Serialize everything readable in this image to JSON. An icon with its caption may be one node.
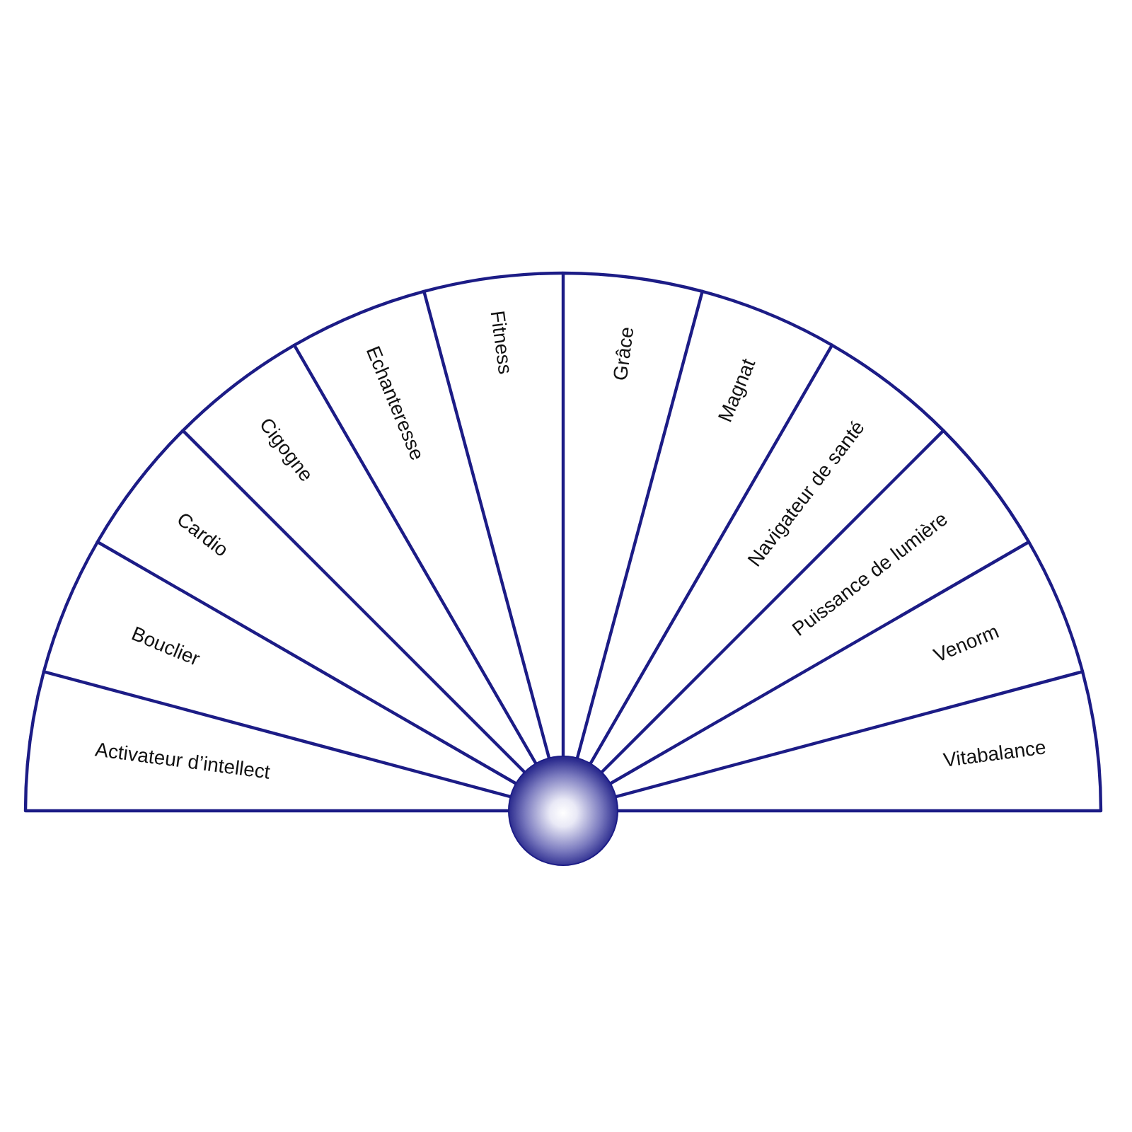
{
  "diagram": {
    "nodes": [
      {
        "text": [
          "Activateur d’intellect"
        ]
      },
      {
        "text": [
          "Bouclier"
        ]
      },
      {
        "text": [
          "Cardio"
        ]
      },
      {
        "text": [
          "Cigogne"
        ]
      },
      {
        "text": [
          "Echanteresse"
        ]
      },
      {
        "text": [
          "Fitness"
        ]
      },
      {
        "text": [
          "Grâce"
        ]
      },
      {
        "text": [
          "Magnat"
        ]
      },
      {
        "text": [
          "Navigateur de santé"
        ]
      },
      {
        "text": [
          "Puissance de lumière"
        ]
      },
      {
        "text": [
          "Venorm"
        ]
      },
      {
        "text": [
          "Vitabalance"
        ]
      }
    ]
  }
}
